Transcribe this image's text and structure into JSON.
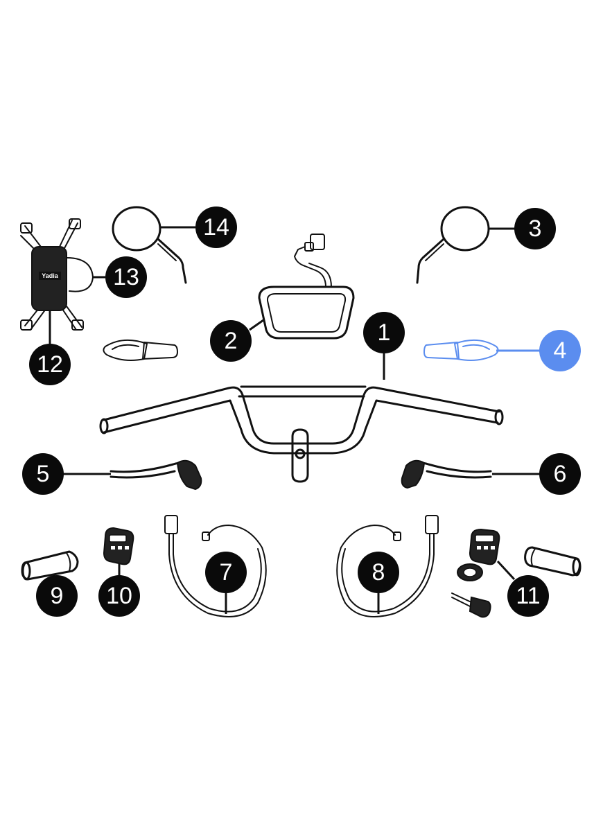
{
  "diagram": {
    "callouts": [
      {
        "id": "1",
        "label": "1",
        "highlighted": false
      },
      {
        "id": "2",
        "label": "2",
        "highlighted": false
      },
      {
        "id": "3",
        "label": "3",
        "highlighted": false
      },
      {
        "id": "4",
        "label": "4",
        "highlighted": true
      },
      {
        "id": "5",
        "label": "5",
        "highlighted": false
      },
      {
        "id": "6",
        "label": "6",
        "highlighted": false
      },
      {
        "id": "7",
        "label": "7",
        "highlighted": false
      },
      {
        "id": "8",
        "label": "8",
        "highlighted": false
      },
      {
        "id": "9",
        "label": "9",
        "highlighted": false
      },
      {
        "id": "10",
        "label": "10",
        "highlighted": false
      },
      {
        "id": "11",
        "label": "11",
        "highlighted": false
      },
      {
        "id": "12",
        "label": "12",
        "highlighted": false
      },
      {
        "id": "13",
        "label": "13",
        "highlighted": false
      },
      {
        "id": "14",
        "label": "14",
        "highlighted": false
      }
    ],
    "phone_holder_logo": "Yadia",
    "colors": {
      "callout": "#0a0a0a",
      "highlight": "#5b8def",
      "line": "#111111"
    }
  }
}
